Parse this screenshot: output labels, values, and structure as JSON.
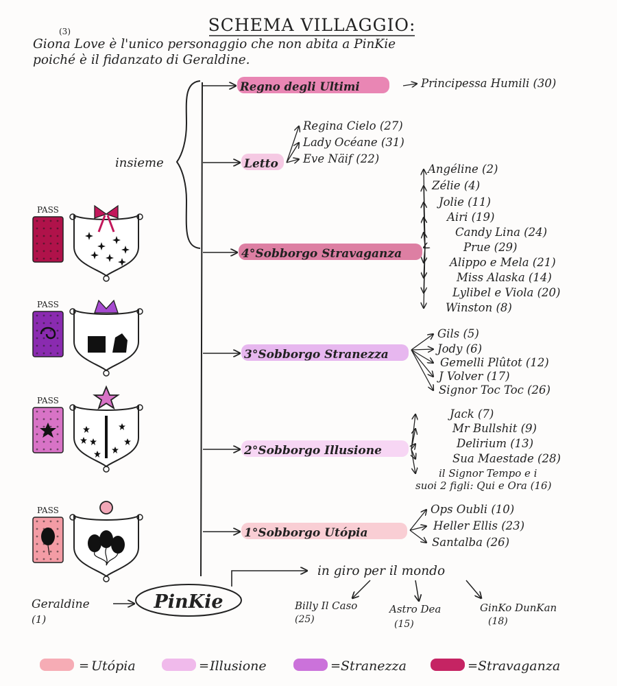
{
  "header": {
    "title": "SCHEMA VILLAGGIO:",
    "note_line1": "Giona Love è l'unico personaggio che non abita a PinKie",
    "note_line2": "poiché è il fidanzato di Geraldine.",
    "note_number": "(3)"
  },
  "root": {
    "label": "PinKie"
  },
  "geraldine": {
    "label": "Geraldine",
    "number": "(1)"
  },
  "insieme_label": "insieme",
  "colors": {
    "utopia": "#f5a3ad",
    "illusione": "#efb6ea",
    "stranezza": "#c86ad8",
    "stravaganza": "#c2185b",
    "ink": "#222222"
  },
  "branches": [
    {
      "label": "Regno degli Ultimi",
      "members": [
        "Principessa Humili (30)"
      ]
    },
    {
      "label": "Letto",
      "members": [
        "Regina Cielo (27)",
        "Lady Océane (31)",
        "Eve Näif (22)"
      ]
    },
    {
      "label": "4°Sobborgo Stravaganza",
      "members": [
        "Angéline (2)",
        "Zélie (4)",
        "Jolie (11)",
        "Airi (19)",
        "Candy Lina (24)",
        "Prue (29)",
        "Alippo e Mela (21)",
        "Miss Alaska (14)",
        "Lylibel e Viola (20)",
        "Winston (8)"
      ]
    },
    {
      "label": "3°Sobborgo Stranezza",
      "members": [
        "Gils (5)",
        "Jody (6)",
        "Gemelli Plûtot (12)",
        "J Volver (17)",
        "Signor Toc Toc (26)"
      ]
    },
    {
      "label": "2°Sobborgo Illusione",
      "members": [
        "Jack (7)",
        "Mr Bullshit (9)",
        "Delirium (13)",
        "Sua Maestade (28)",
        "il Signor Tempo e i",
        "suoi 2 figli: Qui e Ora (16)"
      ]
    },
    {
      "label": "1°Sobborgo Utópia",
      "members": [
        "Ops Oubli (10)",
        "Heller Ellis (23)",
        "Santalba (26)"
      ]
    }
  ],
  "world": {
    "label": "in giro per il mondo",
    "members": [
      {
        "name": "Billy Il Caso",
        "number": "(25)"
      },
      {
        "name": "Astro Dea",
        "number": "(15)"
      },
      {
        "name": "GinKo DunKan",
        "number": "(18)"
      }
    ]
  },
  "passes": [
    {
      "label": "PASS",
      "fill": "#b0124a",
      "symbol": "dots"
    },
    {
      "label": "PASS",
      "fill": "#8a2bb0",
      "symbol": "swirl"
    },
    {
      "label": "PASS",
      "fill": "#d873c6",
      "symbol": "star"
    },
    {
      "label": "PASS",
      "fill": "#f39ca5",
      "symbol": "balloon"
    }
  ],
  "legend": [
    {
      "label": "Utópia",
      "color": "#f5a3ad"
    },
    {
      "label": "Illusione",
      "color": "#efb6ea"
    },
    {
      "label": "Stranezza",
      "color": "#c86ad8"
    },
    {
      "label": "Stravaganza",
      "color": "#c2185b"
    }
  ]
}
